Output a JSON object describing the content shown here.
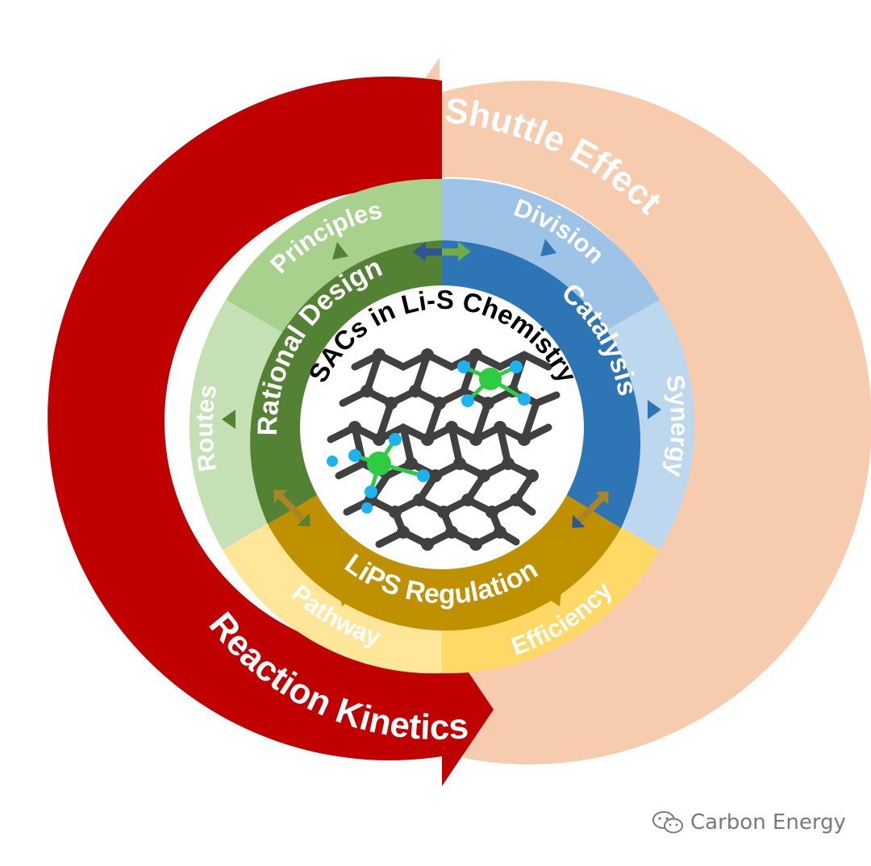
{
  "outer_ring": {
    "left_label": "Reaction Kinetics",
    "right_label": "Shuttle Effect",
    "left_color": "#c00000",
    "right_color": "#f7cbad"
  },
  "middle_ring": {
    "principles": "Principles",
    "routes": "Routes",
    "division": "Division",
    "synergy": "Synergy",
    "pathway": "Pathway",
    "efficiency": "Efficiency"
  },
  "inner_ring": {
    "rational_design": "Rational Design",
    "catalysis": "Catalysis",
    "lips_regulation": "LiPS Regulation"
  },
  "core": {
    "title": "SACs in Li-S Chemistry"
  },
  "colors": {
    "green_dark": "#548235",
    "green_light": "#a9d18e",
    "blue_dark": "#2e75b6",
    "blue_light": "#9dc3e6",
    "gold_dark": "#bf9000",
    "gold_light": "#ffd966",
    "carbon": "#404040",
    "nitrogen": "#1cb4f0",
    "metal": "#2ecc40"
  },
  "watermark": {
    "icon": "wechat-icon",
    "text": "Carbon Energy"
  }
}
